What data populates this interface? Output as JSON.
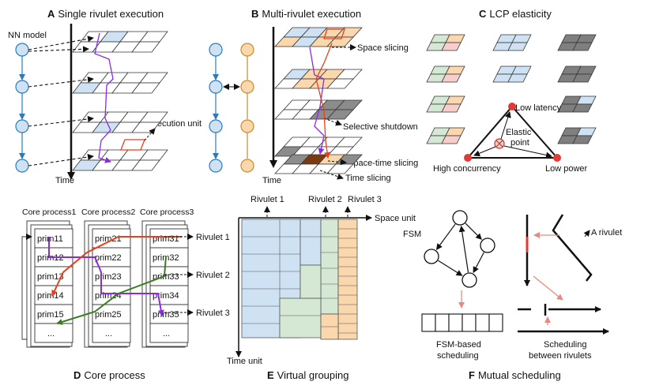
{
  "panelA": {
    "letter": "A",
    "title": "Single rivulet execution",
    "nn_model": "NN model",
    "time": "Time",
    "exec_unit": "Execution unit"
  },
  "panelB": {
    "letter": "B",
    "title": "Multi-rivulet execution",
    "time": "Time",
    "space_slicing": "Space slicing",
    "selective_shutdown": "Selective shutdown",
    "space_time_slicing": "Space-time slicing",
    "time_slicing": "Time slicing"
  },
  "panelC": {
    "letter": "C",
    "title": "LCP elasticity",
    "low_latency": "Low latency",
    "elastic_point": "Elastic\npoint",
    "high_concurrency": "High concurrency",
    "low_power": "Low power"
  },
  "panelD": {
    "letter": "D",
    "title": "Core process",
    "headers": [
      "Core process1",
      "Core process2",
      "Core process3"
    ],
    "columns": [
      [
        "prim11",
        "prim12",
        "prim13",
        "prim14",
        "prim15",
        "..."
      ],
      [
        "prim21",
        "prim22",
        "prim23",
        "prim24",
        "prim25",
        "..."
      ],
      [
        "prim31",
        "prim32",
        "prim33",
        "prim34",
        "prim35",
        "..."
      ]
    ],
    "rivulets": [
      "Rivulet 1",
      "Rivulet 2",
      "Rivulet 3"
    ]
  },
  "panelE": {
    "letter": "E",
    "title": "Virtual grouping",
    "rivulets": [
      "Rivulet 1",
      "Rivulet 2",
      "Rivulet 3"
    ],
    "space_unit": "Space unit",
    "time_unit": "Time unit"
  },
  "panelF": {
    "letter": "F",
    "title": "Mutual scheduling",
    "fsm": "FSM",
    "a_rivulet": "A rivulet",
    "fsm_sched": "FSM-based\nscheduling",
    "between": "Scheduling\nbetween rivulets"
  },
  "colors": {
    "blue": "#cfe2f3",
    "green": "#d5e8d4",
    "orange": "#fad7ac",
    "pink": "#f8cecc",
    "gray": "#7f7f7f",
    "purple": "#8a2be2",
    "red": "#e8401c",
    "darkgreen": "#3a7d22",
    "nodeBlue": "#cfe2f3",
    "nodeOrange": "#fad7ac"
  }
}
